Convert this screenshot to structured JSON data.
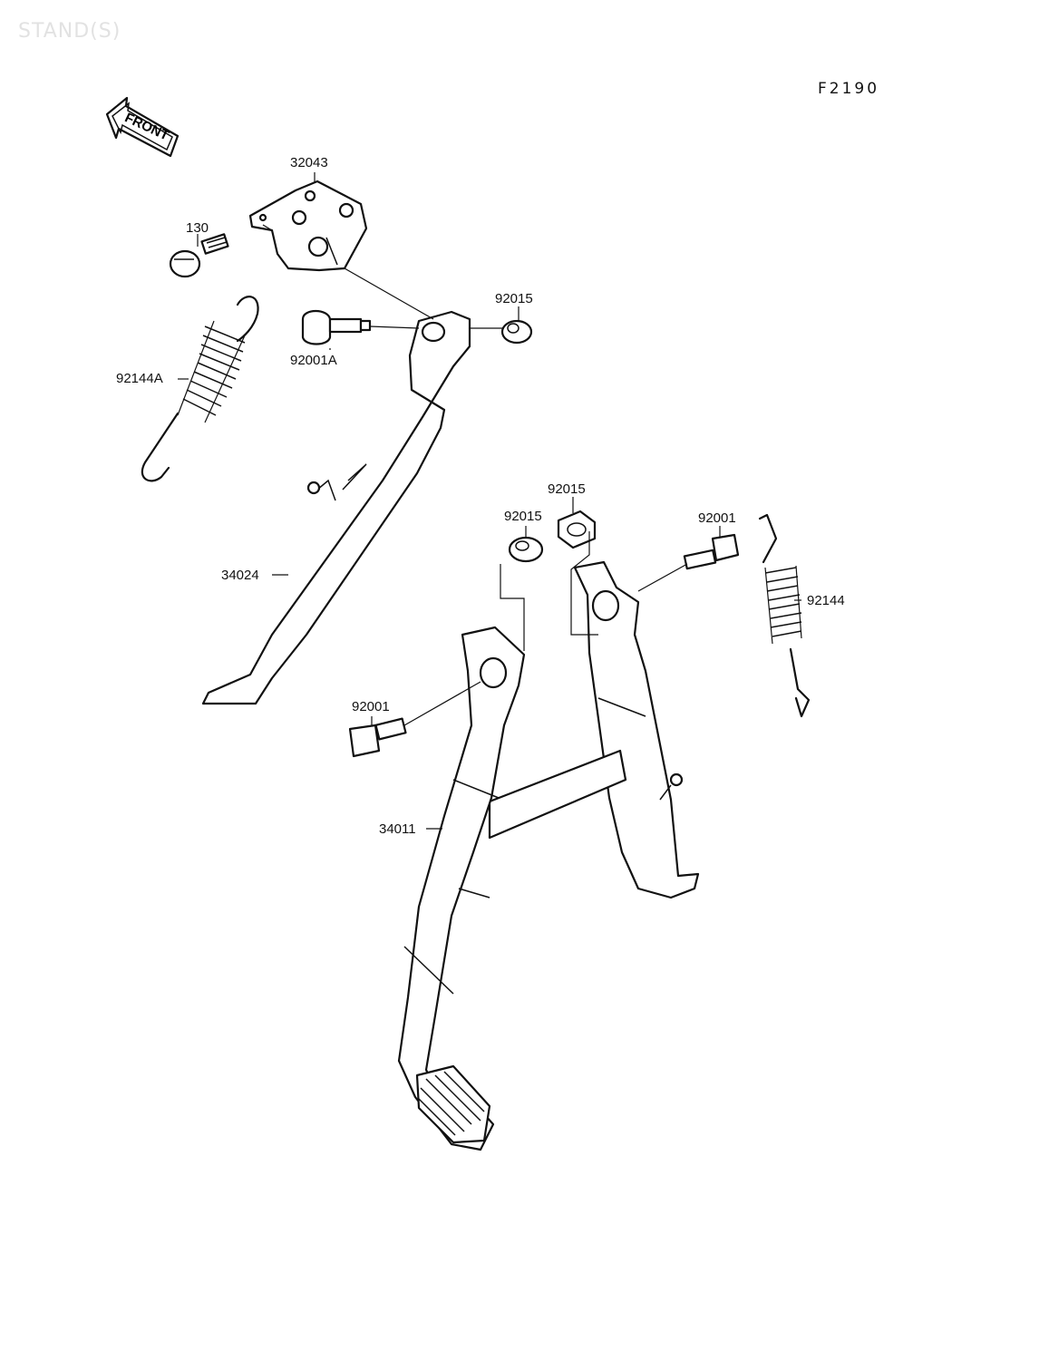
{
  "header": {
    "watermark": "STAND(S)",
    "figure_code": "F2190",
    "front_arrow_label": "FRONT"
  },
  "parts": {
    "p32043": "32043",
    "p130": "130",
    "p92015_top": "92015",
    "p92001A": "92001A",
    "p92144A": "92144A",
    "p34024": "34024",
    "p92015_mid": "92015",
    "p92015_left": "92015",
    "p92001_right": "92001",
    "p92144": "92144",
    "p92001_left": "92001",
    "p34011": "34011"
  }
}
